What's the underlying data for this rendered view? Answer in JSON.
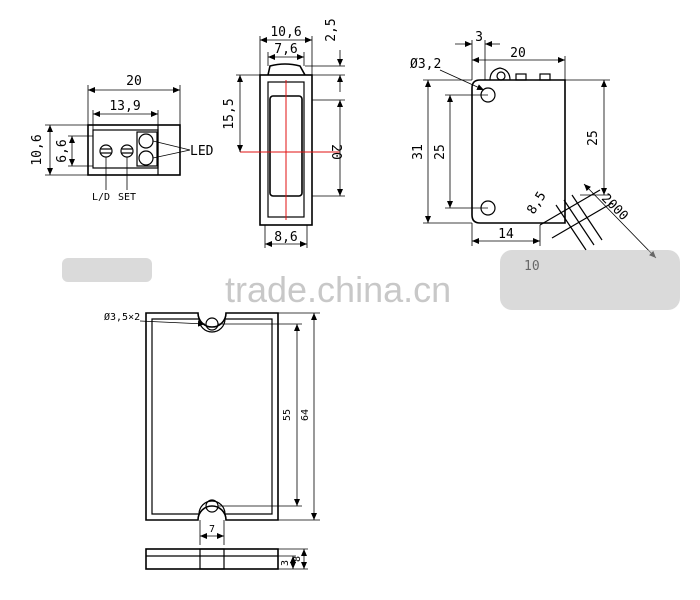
{
  "watermark": "trade.china.cn",
  "front_view": {
    "width": "20",
    "inner_width": "13,9",
    "height": "10,6",
    "inner_height": "6,6",
    "led_label": "LED",
    "ld_label": "L/D",
    "set_label": "SET"
  },
  "side_view": {
    "width": "10,6",
    "inner_width": "7,6",
    "top_offset": "2,5",
    "window_height": "15,5",
    "height": "20",
    "bottom_width": "8,6"
  },
  "top_view": {
    "hole": "Ø3,2",
    "offset": "3",
    "width": "20",
    "height": "31",
    "hole_span": "25",
    "right_span": "25",
    "cable_dia": "8,5",
    "cable_len": "2000",
    "bottom_offset": "14",
    "cut_label": "10"
  },
  "reflector": {
    "hole": "Ø3,5×2",
    "hole_span": "55",
    "height": "64",
    "slot_width": "7",
    "thickness": "3",
    "thickness2": "8"
  }
}
